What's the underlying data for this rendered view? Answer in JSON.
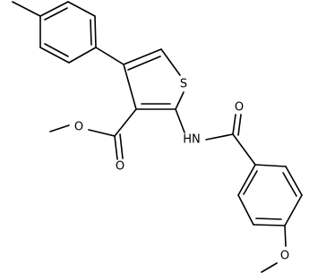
{
  "labels": {
    "sulfur": "S",
    "carbonyl_oxygen_top": "O",
    "ester_carbonyl_oxygen": "O",
    "ester_oxygen": "O",
    "amide_nitrogen": "HN",
    "methoxy_oxygen": "O"
  },
  "colors": {
    "bond": "#000000",
    "text": "#000000",
    "background": "#ffffff"
  }
}
